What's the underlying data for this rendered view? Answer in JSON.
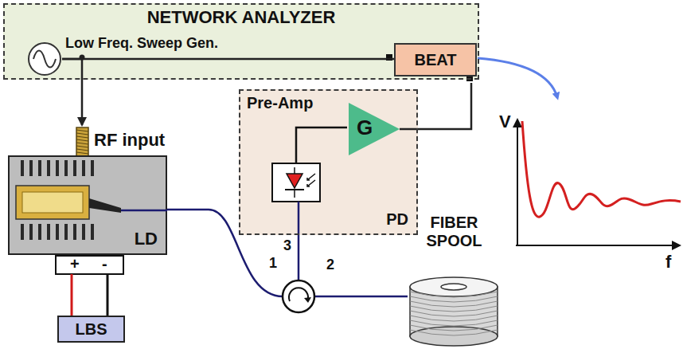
{
  "diagram": {
    "nodes": [
      {
        "text": [
          "NETWORK ANALYZER"
        ]
      },
      {
        "text": [
          "Low Freq. Sweep Gen."
        ],
        "in": 0
      },
      {
        "text": [
          "BEAT"
        ],
        "in": 0
      },
      {
        "text": [
          "Pre-Amp",
          "PD"
        ]
      },
      {
        "text": [
          "G"
        ],
        "in": 3
      },
      {
        "text": [
          "LD"
        ]
      },
      {
        "text": [
          "FIBER SPOOL"
        ]
      },
      {
        "text": [
          "LBS"
        ]
      }
    ],
    "edges": [
      {
        "from": 1,
        "to": 2,
        "arrow": "none"
      },
      {
        "from": 1,
        "to": 5,
        "arrow": "to"
      },
      {
        "from": 4,
        "to": 2,
        "arrow": "none"
      },
      {
        "from": 7,
        "to": 5,
        "arrow": "none"
      }
    ],
    "labels": [
      "RF input",
      "+",
      "-",
      "3",
      "1",
      "2",
      "V",
      "f"
    ]
  }
}
